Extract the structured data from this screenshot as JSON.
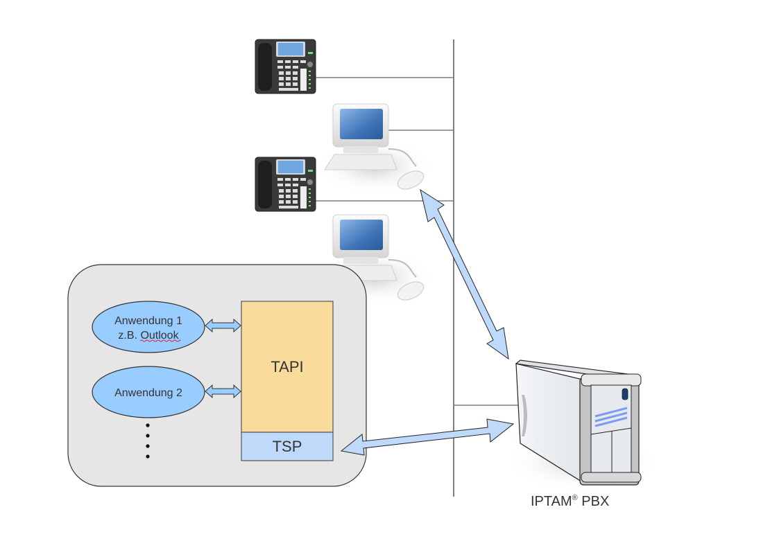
{
  "diagram": {
    "type": "network-architecture",
    "client_box": {
      "applications": [
        {
          "line1": "Anwendung 1",
          "line2_prefix": "z.B. ",
          "line2_word": "Outlook",
          "spellcheck_underline": true
        },
        {
          "line1": "Anwendung 2"
        }
      ],
      "ellipsis": "more applications",
      "tapi_label": "TAPI",
      "tsp_label": "TSP"
    },
    "devices": [
      {
        "type": "ip-phone"
      },
      {
        "type": "workstation"
      },
      {
        "type": "ip-phone"
      },
      {
        "type": "workstation"
      }
    ],
    "server": {
      "label_main": "IPTAM",
      "label_reg": "®",
      "label_suffix": " PBX"
    },
    "colors": {
      "client_box_fill": "#e6e6e6",
      "ellipse_fill": "#99ccff",
      "tapi_fill": "#f9dc9c",
      "tsp_fill": "#bfd9fb",
      "arrow_fill": "#bfd9fb",
      "line": "#7f7f7f",
      "text": "#333333",
      "server_stripes": "#7b9cf0"
    }
  }
}
